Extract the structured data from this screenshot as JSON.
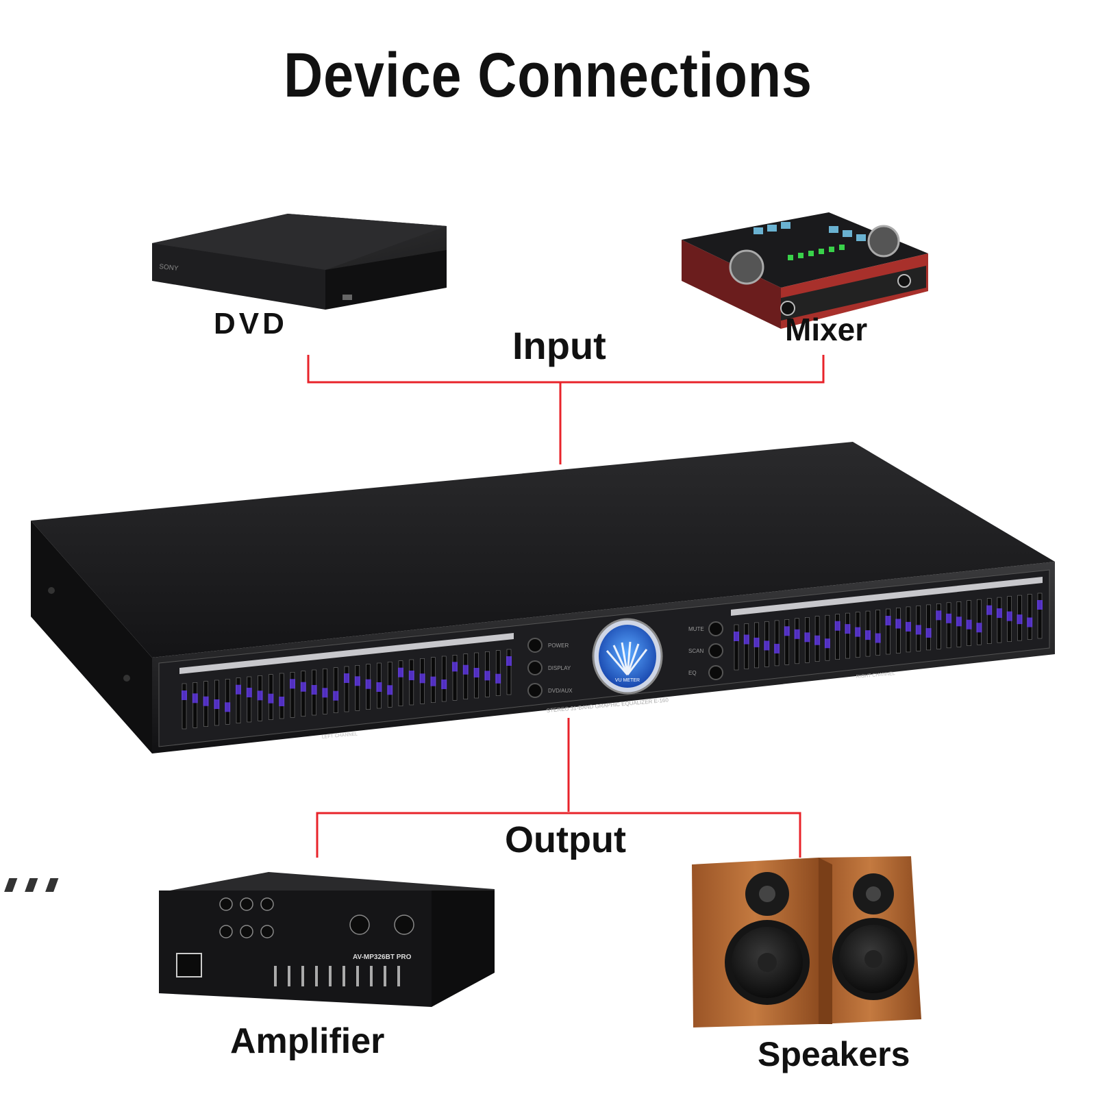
{
  "title": "Device Connections",
  "labels": {
    "dvd": "DVD",
    "mixer": "Mixer",
    "input": "Input",
    "output": "Output",
    "amplifier": "Amplifier",
    "speakers": "Speakers"
  },
  "equalizer_panel": {
    "buttons_left": [
      "POWER",
      "DISPLAY",
      "DVD/AUX"
    ],
    "buttons_right": [
      "MUTE",
      "SCAN",
      "EQ"
    ],
    "model_text": "STEREO 31-BAND GRAPHIC EQUALIZER E-160",
    "meter_text": "VU METER",
    "left_channel": "LEFT CHANNEL",
    "right_channel": "RIGHT CHANNEL"
  },
  "dvd_brand": "SONY",
  "amplifier_model": "AV-MP326BT PRO",
  "colors": {
    "connector_line": "#e8232a",
    "device_body": "#1c1c1e",
    "eq_led": "#6a3cff",
    "wood": "#b56a33"
  }
}
